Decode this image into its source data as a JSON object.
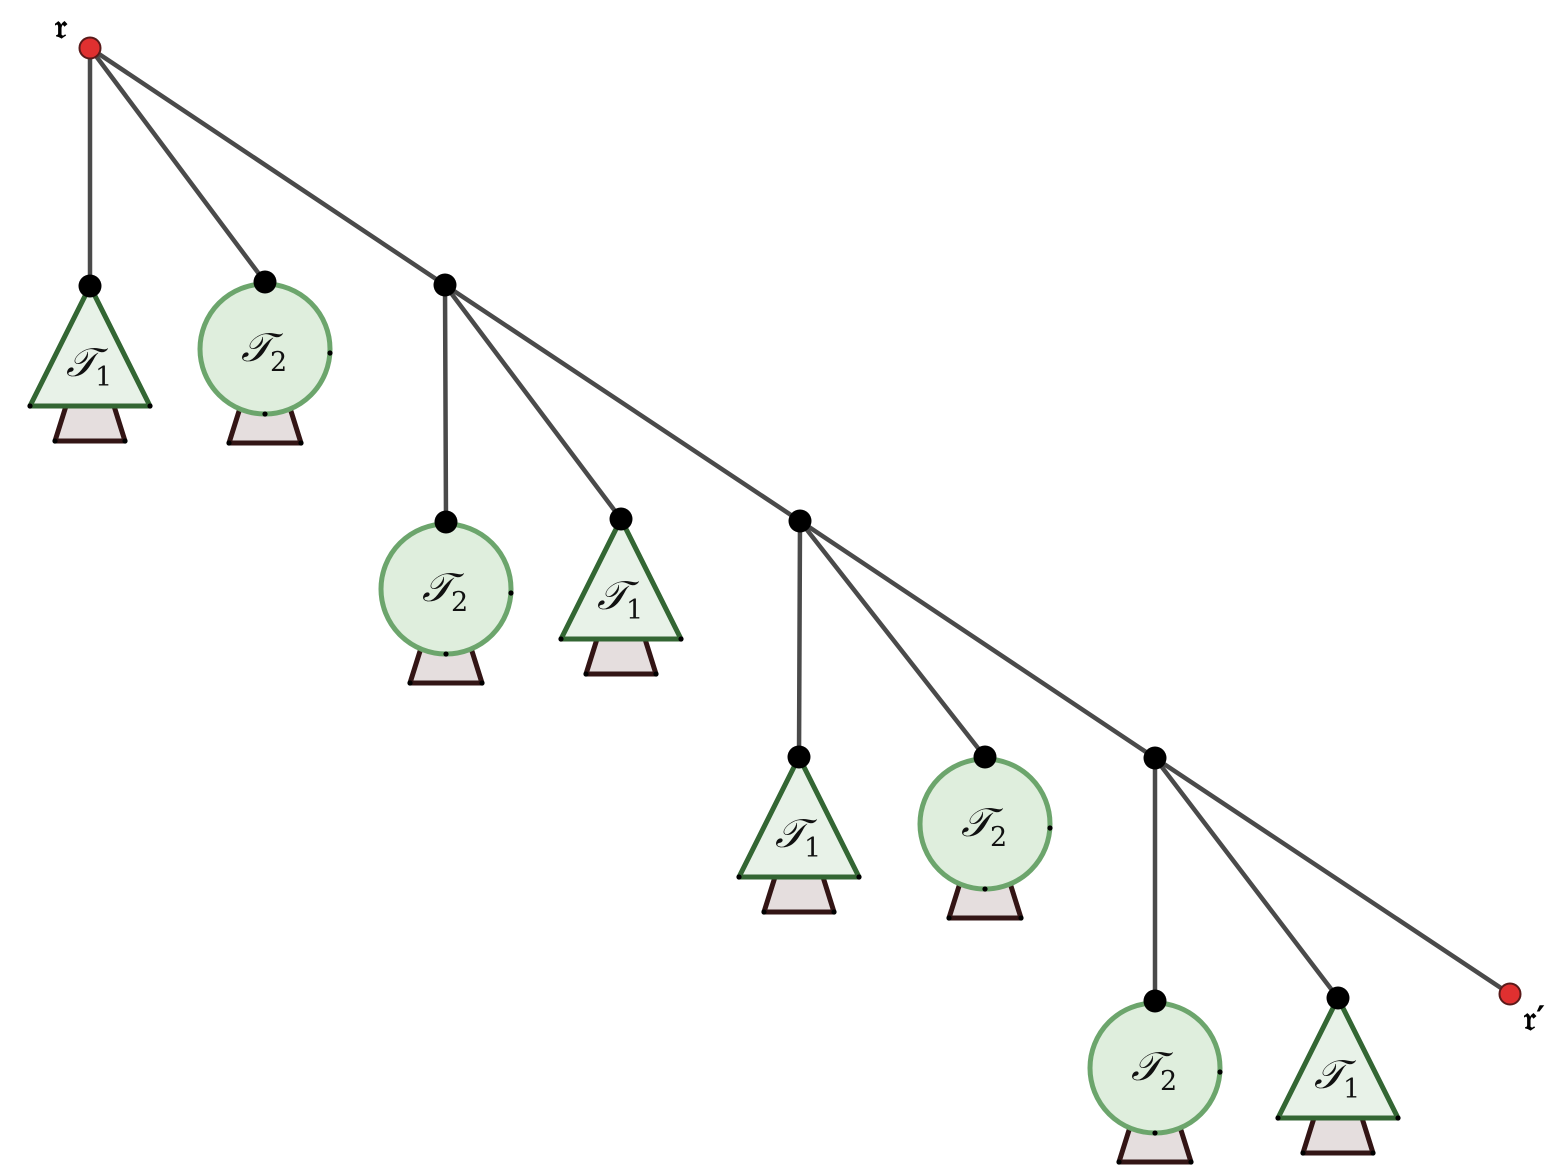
{
  "roots": {
    "start_label": "𝔯",
    "end_label": "𝔯′"
  },
  "colors": {
    "edge": "#4a4a4a",
    "root_node": "#e03030",
    "triangle_fill": "#e8f2e8",
    "triangle_stroke": "#336633",
    "circle_fill": "#dfeedd",
    "circle_stroke": "#6ca56c",
    "trunk_fill": "#e5dede",
    "trunk_stroke": "#331515"
  },
  "subtrees": [
    {
      "shape": "triangle",
      "label": "𝒯",
      "index": "1"
    },
    {
      "shape": "circle",
      "label": "𝒯",
      "index": "2"
    },
    {
      "shape": "circle",
      "label": "𝒯",
      "index": "2"
    },
    {
      "shape": "triangle",
      "label": "𝒯",
      "index": "1"
    },
    {
      "shape": "triangle",
      "label": "𝒯",
      "index": "1"
    },
    {
      "shape": "circle",
      "label": "𝒯",
      "index": "2"
    },
    {
      "shape": "circle",
      "label": "𝒯",
      "index": "2"
    },
    {
      "shape": "triangle",
      "label": "𝒯",
      "index": "1"
    }
  ]
}
